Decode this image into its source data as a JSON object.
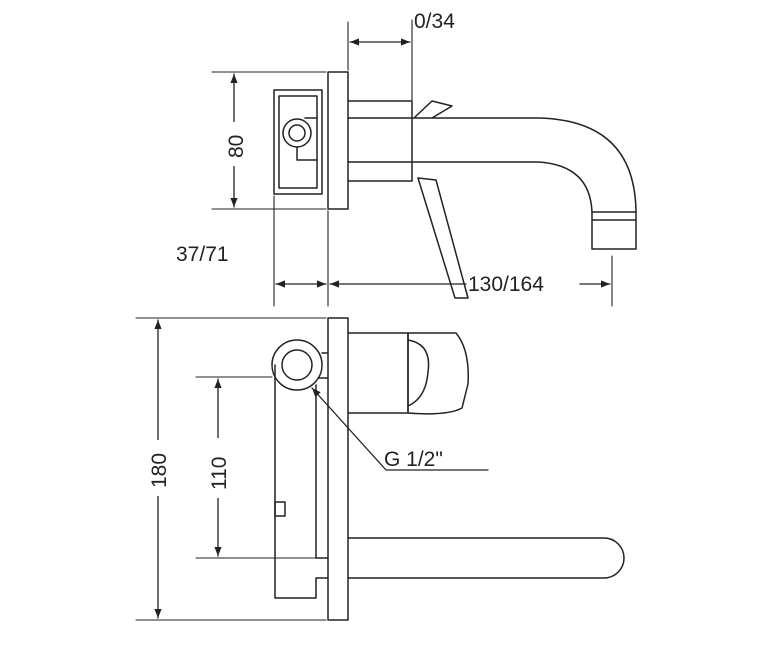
{
  "diagram": {
    "dimensions": {
      "handle_travel": "0/34",
      "body_height": "80",
      "wall_depth": "37/71",
      "spout_projection": "130/164",
      "overall_height": "180",
      "outlet_distance": "110",
      "thread": "G 1/2\""
    },
    "colors": {
      "line": "#222222",
      "background": "#ffffff"
    }
  }
}
